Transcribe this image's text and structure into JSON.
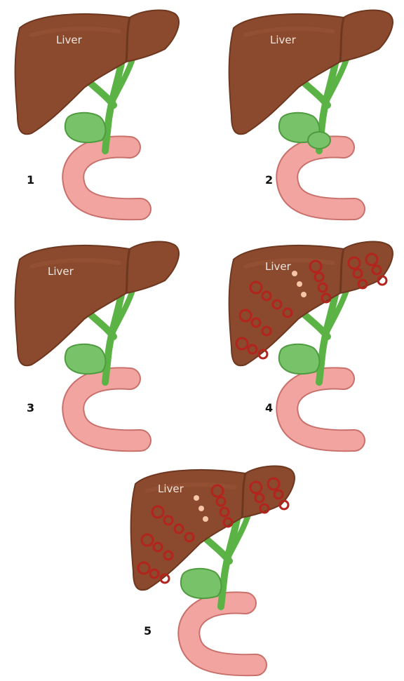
{
  "diagram": {
    "panels": [
      {
        "number": "1",
        "liver_label": "Liver",
        "ducts": "normal",
        "cysts": false
      },
      {
        "number": "2",
        "liver_label": "Liver",
        "ducts": "dilated-choledochal",
        "cysts": false
      },
      {
        "number": "3",
        "liver_label": "Liver",
        "ducts": "normal",
        "cysts": false
      },
      {
        "number": "4",
        "liver_label": "Liver",
        "ducts": "normal",
        "cysts": true
      },
      {
        "number": "5",
        "liver_label": "Liver",
        "ducts": "normal",
        "cysts": true
      }
    ],
    "colors": {
      "liver": "#8b4a2d",
      "liver_shade": "#6e3720",
      "duct": "#5bb346",
      "gallbladder": "#78c26a",
      "duodenum": "#f2a5a0",
      "duodenum_edge": "#c9706c",
      "cyst": "#b3241d",
      "cyst_pale": "#f7c5a8"
    }
  }
}
